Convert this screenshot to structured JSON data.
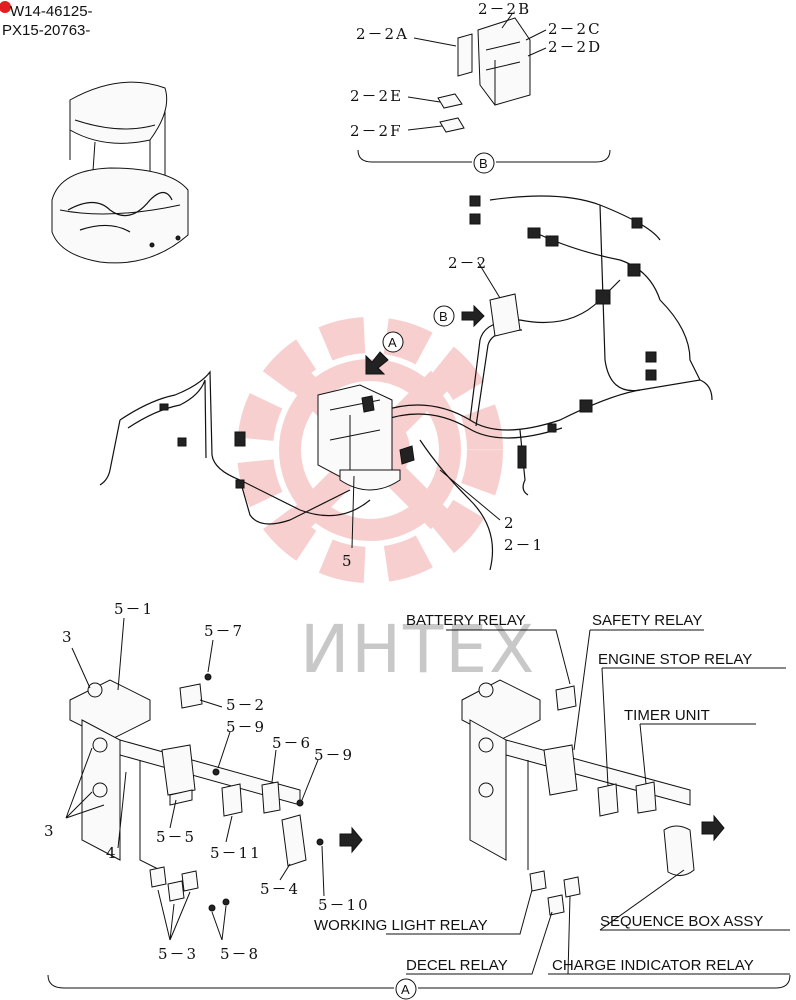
{
  "serials": [
    "W14-46125-",
    "PX15-20763-"
  ],
  "watermark": "ИНТЕХ",
  "callouts": {
    "c_2_2A": "2－2A",
    "c_2_2B": "2－2B",
    "c_2_2C": "2－2C",
    "c_2_2D": "2－2D",
    "c_2_2E": "2－2E",
    "c_2_2F": "2－2F",
    "c_2_2": "2－2",
    "c_2": "2",
    "c_2_1": "2－1",
    "c_5": "5",
    "c_5_1": "5－1",
    "c_3_top": "3",
    "c_5_7": "5－7",
    "c_5_2": "5－2",
    "c_5_9a": "5－9",
    "c_5_6": "5－6",
    "c_5_9b": "5－9",
    "c_3_left": "3",
    "c_5_5": "5－5",
    "c_4": "4",
    "c_5_11": "5－11",
    "c_5_4": "5－4",
    "c_5_10": "5－10",
    "c_5_3": "5－3",
    "c_5_8": "5－8"
  },
  "circles": {
    "b_upper": "B",
    "b_arrow": "B",
    "a_arrow": "A",
    "a_bottom": "A"
  },
  "relay_labels": {
    "battery": "BATTERY RELAY",
    "safety": "SAFETY RELAY",
    "engine_stop": "ENGINE STOP RELAY",
    "timer": "TIMER UNIT",
    "sequence": "SEQUENCE BOX ASSY",
    "working_light": "WORKING LIGHT RELAY",
    "decel": "DECEL RELAY",
    "charge": "CHARGE INDICATOR RELAY"
  },
  "colors": {
    "watermark_red": "#f3a9a9",
    "line": "#111111"
  }
}
